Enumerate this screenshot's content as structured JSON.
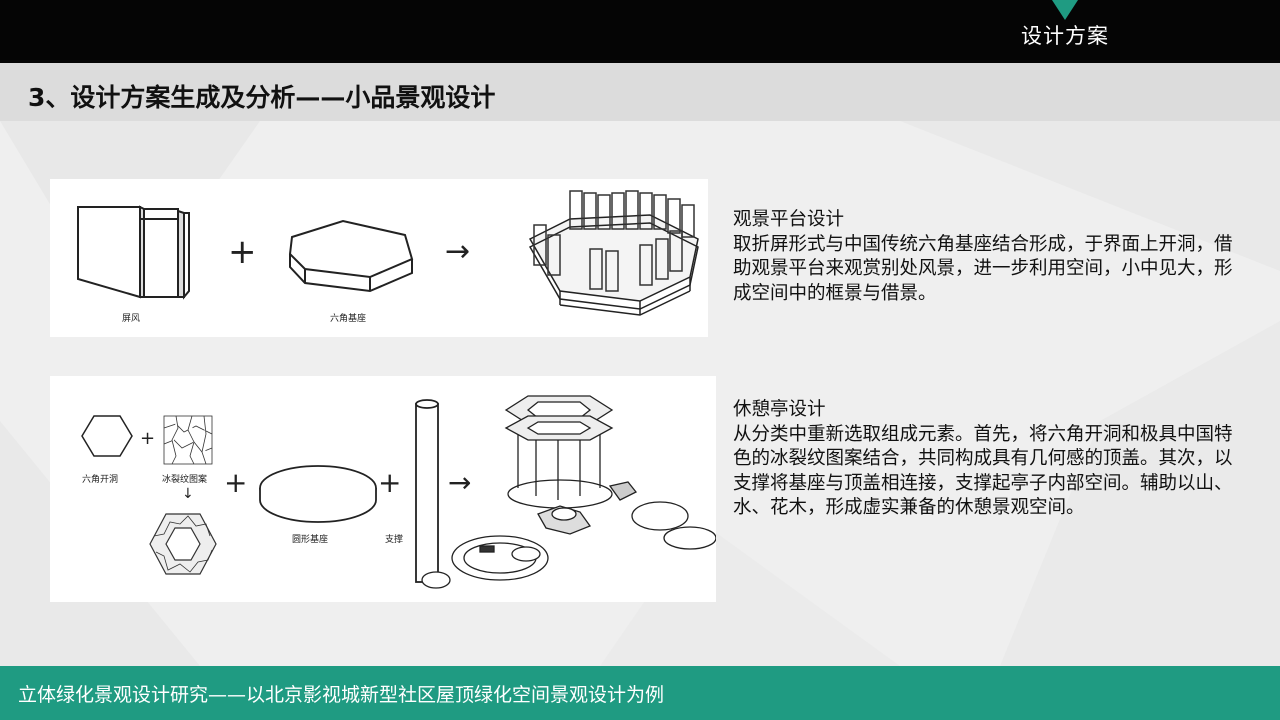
{
  "header": {
    "section_tab": "设计方案",
    "accent_color": "#1f9b82",
    "bar_color": "#050505"
  },
  "title": "3、设计方案生成及分析——小品景观设计",
  "figures": [
    {
      "labels": [
        "屏风",
        "六角基座"
      ],
      "symbols": [
        "+",
        "→"
      ]
    },
    {
      "labels": [
        "六角开洞",
        "冰裂纹图案",
        "圆形基座",
        "支撑"
      ],
      "symbols": [
        "+",
        "+",
        "+",
        "→",
        "↓"
      ]
    }
  ],
  "descriptions": [
    {
      "heading": "观景平台设计",
      "body": "取折屏形式与中国传统六角基座结合形成，于界面上开洞，借助观景平台来观赏别处风景，进一步利用空间，小中见大，形成空间中的框景与借景。"
    },
    {
      "heading": "休憩亭设计",
      "body": "从分类中重新选取组成元素。首先，将六角开洞和极具中国特色的冰裂纹图案结合，共同构成具有几何感的顶盖。其次，以支撑将基座与顶盖相连接，支撑起亭子内部空间。辅助以山、水、花木，形成虚实兼备的休憩景观空间。"
    }
  ],
  "footer": {
    "text": "立体绿化景观设计研究——以北京影视城新型社区屋顶绿化空间景观设计为例"
  }
}
